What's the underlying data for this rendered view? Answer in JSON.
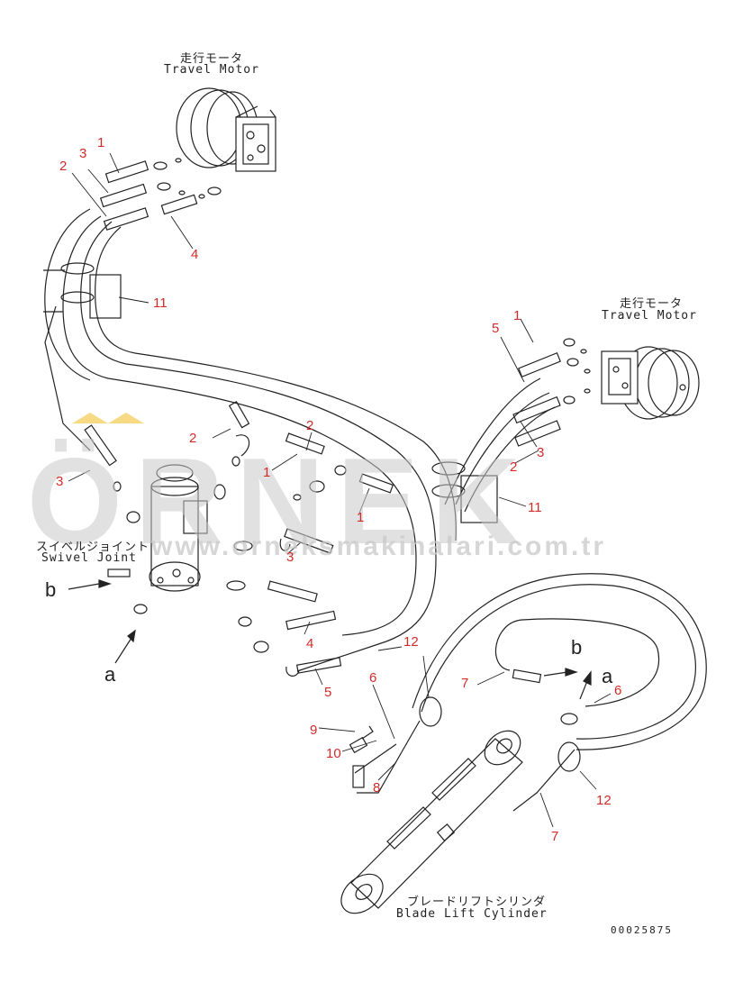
{
  "labels": {
    "travel_motor_top_jp": "走行モータ",
    "travel_motor_top_en": "Travel Motor",
    "travel_motor_right_jp": "走行モータ",
    "travel_motor_right_en": "Travel Motor",
    "swivel_joint_jp": "スイベルジョイント",
    "swivel_joint_en": "Swivel Joint",
    "blade_cylinder_jp": "ブレードリフトシリンダ",
    "blade_cylinder_en": "Blade Lift Cylinder",
    "doc_number": "00025875"
  },
  "watermark": {
    "brand": "ÖRNEK",
    "url": "www.orneksmakinalari.com.tr"
  },
  "view_letters": {
    "a_left": "a",
    "b_left": "b",
    "a_right": "a",
    "b_right": "b"
  },
  "part_numbers": {
    "p1_a": "1",
    "p2_a": "2",
    "p3_a": "3",
    "p4_a": "4",
    "p11_a": "11",
    "p5_b": "5",
    "p1_b": "1",
    "p3_b": "3",
    "p2_b": "2",
    "p11_b": "11",
    "p3_c": "3",
    "p2_c": "2",
    "p1_c": "1",
    "p2_d": "2",
    "p1_d": "1",
    "p3_d": "3",
    "p4_d": "4",
    "p5_d": "5",
    "p12_a": "12",
    "p6_a": "6",
    "p7_a": "7",
    "p6_b": "6",
    "p9": "9",
    "p10": "10",
    "p8": "8",
    "p12_b": "12",
    "p7_b": "7"
  },
  "colors": {
    "line": "#222222",
    "callout": "#d42a2a",
    "watermark": "#c9c9c9",
    "accent": "#f2c230"
  }
}
